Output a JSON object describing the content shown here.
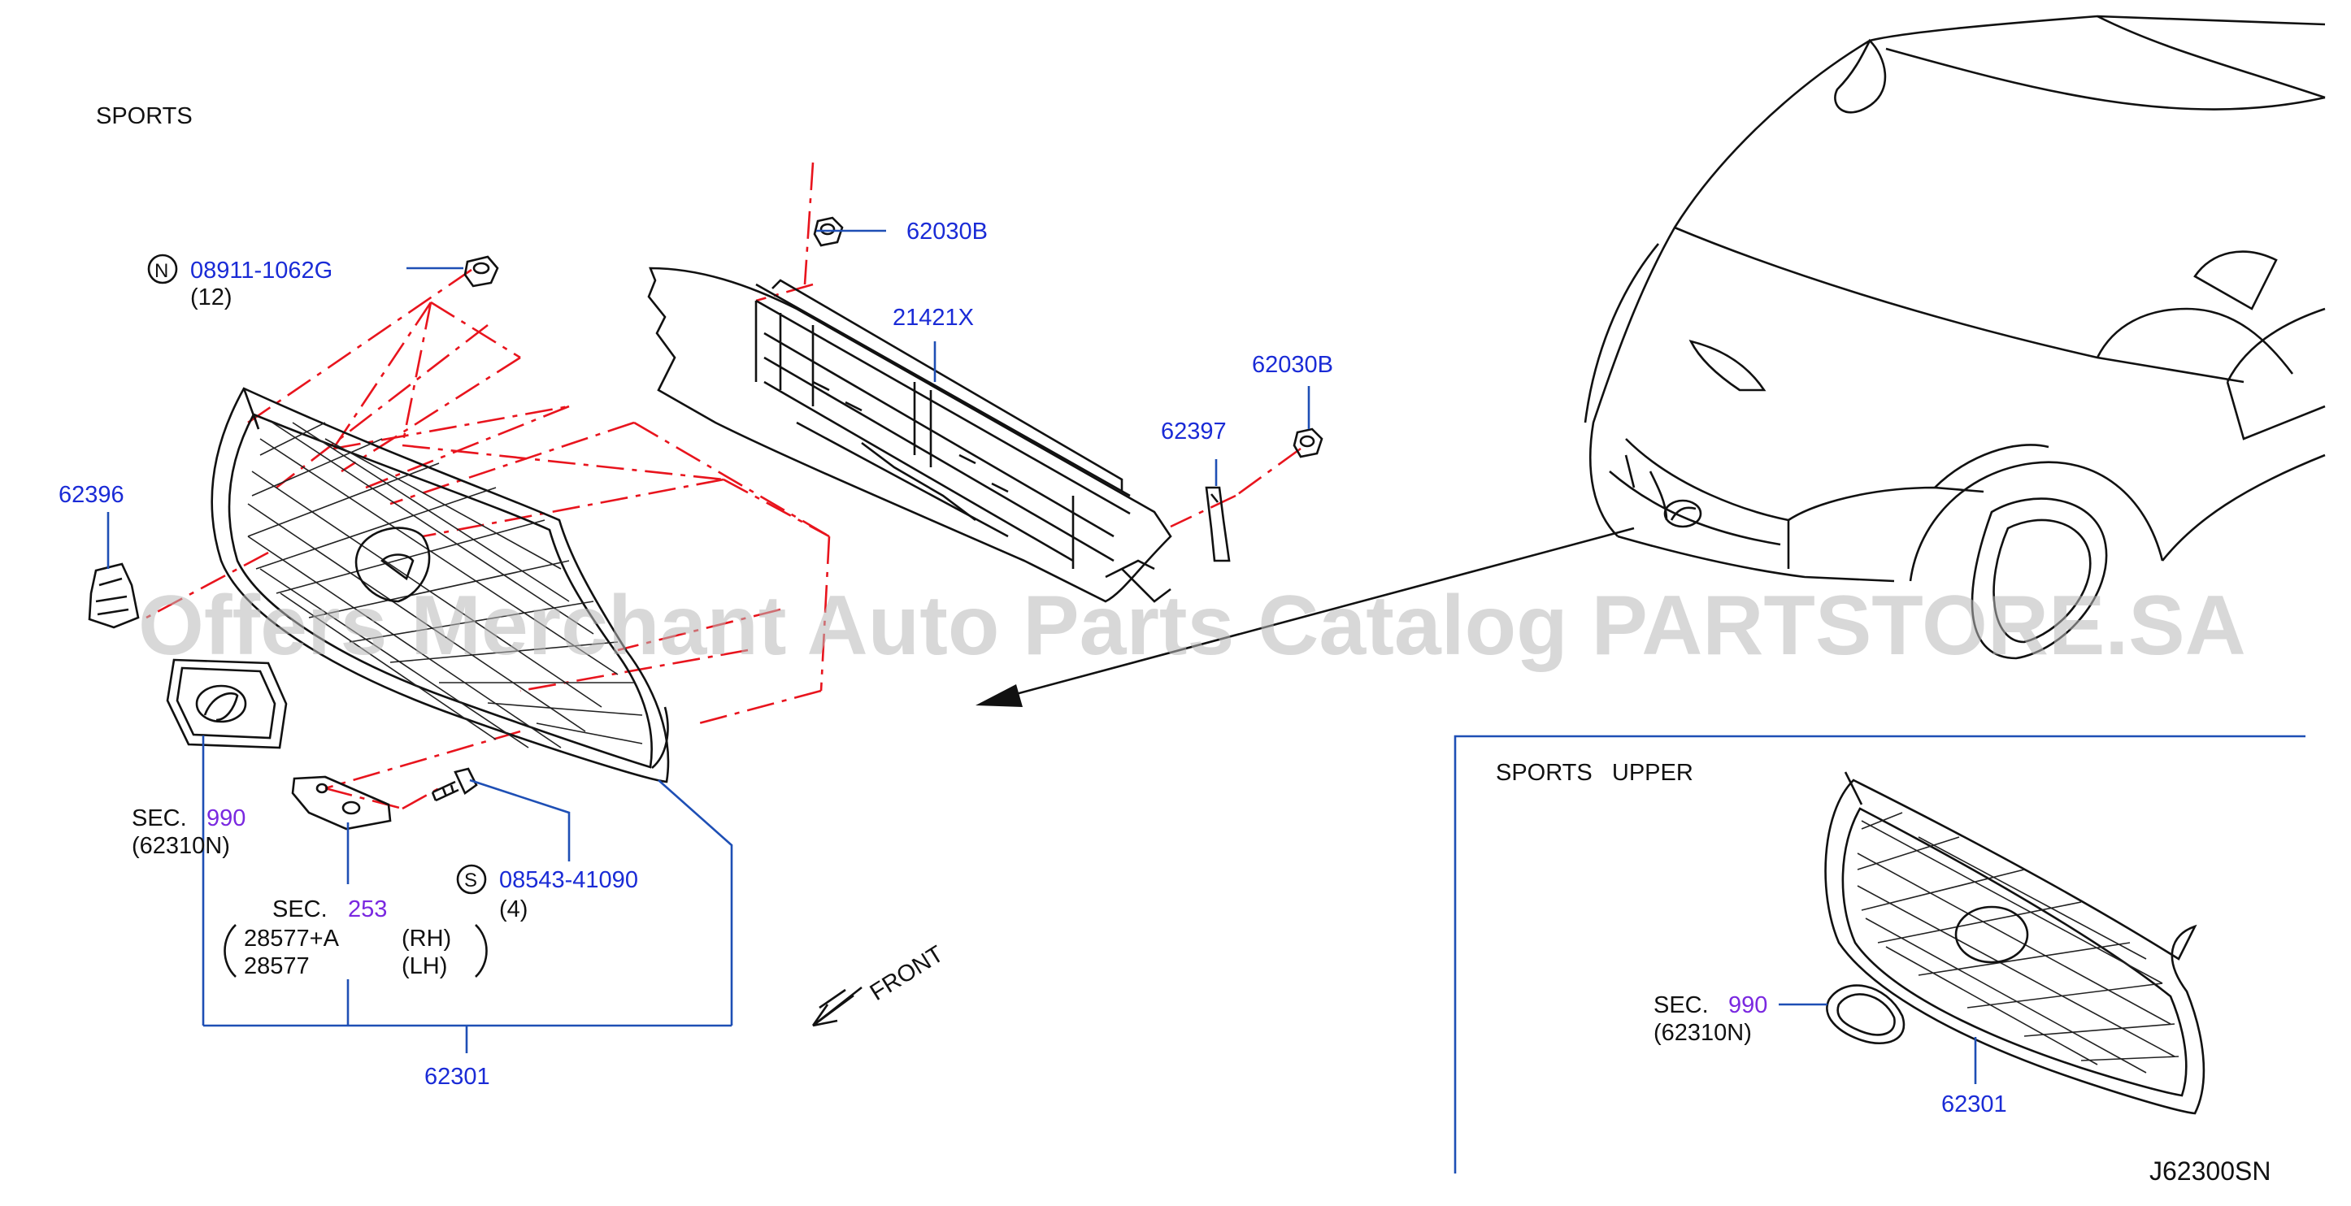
{
  "diagram_code": "J62300SN",
  "titles": {
    "main": "SPORTS",
    "inset": "SPORTS   UPPER"
  },
  "watermark": "Offers Merchant Auto Parts Catalog PARTSTORE.SA",
  "direction_label": "FRONT",
  "callouts": {
    "nut_top": {
      "symbol": "N",
      "part": "08911-1062G",
      "qty": "(12)"
    },
    "clip_a": "62030B",
    "duct": "21421X",
    "clip_b": "62030B",
    "bracket": "62397",
    "side_clip": "62396",
    "emblem": {
      "sec_word": "SEC.",
      "sec_num": "990",
      "ref": "(62310N)"
    },
    "screw": {
      "symbol": "S",
      "part": "08543-41090",
      "qty": "(4)"
    },
    "sensor": {
      "sec_word": "SEC.",
      "sec_num": "253",
      "rh_part": "28577+A",
      "rh": "(RH)",
      "lh_part": "28577",
      "lh": "(LH)"
    },
    "grille": "62301"
  },
  "inset_callouts": {
    "emblem": {
      "sec_word": "SEC.",
      "sec_num": "990",
      "ref": "(62310N)"
    },
    "grille": "62301"
  },
  "colors": {
    "part_number": "#1a2bd6",
    "section_number": "#7a28e0",
    "phantom_line": "#e8141d",
    "leader_line": "#1e4fb5"
  }
}
